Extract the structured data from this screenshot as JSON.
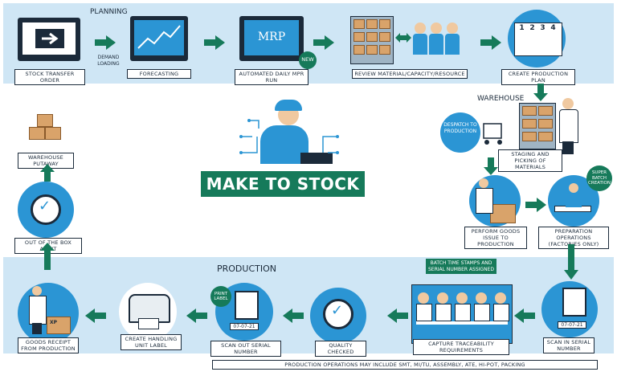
{
  "sections": {
    "planning": "PLANNING",
    "warehouse": "WAREHOUSE",
    "production": "PRODUCTION"
  },
  "title": "MAKE TO STOCK",
  "planning_steps": {
    "stock_transfer": "STOCK TRANSFER ORDER",
    "demand_loading": "DEMAND\nLOADING",
    "forecasting": "FORECASTING",
    "mrp_run": "AUTOMATED DAILY MPR RUN",
    "mrp_screen": "MRP",
    "new_badge": "NEW",
    "review": "REVIEW MATERIAL/CAPACITY/RESOURCE",
    "production_plan": "CREATE PRODUCTION PLAN",
    "plan_numbers": [
      "1",
      "2",
      "3",
      "4"
    ]
  },
  "warehouse_steps": {
    "despatch": "DESPATCH TO PRODUCTION",
    "staging": "STAGING AND PICKING OF MATERIALS",
    "super_batch": "SUPER BATCH CREATION",
    "goods_issue": "PERFORM GOODS ISSUE TO PRODUCTION",
    "prep_ops": "PREPARATION OPERATIONS (FACTORIES ONLY)"
  },
  "production_steps": {
    "scan_in": "SCAN IN SERIAL NUMBER",
    "batch_stamps": "BATCH TIME STAMPS AND SERIAL NUMBER ASSIGNED",
    "capture": "CAPTURE TRACEABILITY REQUIREMENTS",
    "quality": "QUALITY CHECKED",
    "scan_out": "SCAN OUT SERIAL NUMBER",
    "print_label": "PRINT LABEL",
    "handling_unit": "CREATE HANDLING UNIT LABEL",
    "goods_receipt": "GOODS RECEIPT FROM PRODUCTION",
    "date_stamp": "07-07-21",
    "box_tag": "XP"
  },
  "left_steps": {
    "audit": "OUT OF THE BOX AUDIT",
    "putaway": "WAREHOUSE PUTAWAY"
  },
  "footer_note": "PRODUCTION OPERATIONS MAY INCLUDE SMT, MI/TU, ASSEMBLY, ATE, HI-POT, PACKING",
  "colors": {
    "band": "#cfe6f5",
    "accent_blue": "#2b95d4",
    "arrow_green": "#167a5a",
    "dark": "#1b2a3a",
    "title_bg": "#167a5a"
  }
}
